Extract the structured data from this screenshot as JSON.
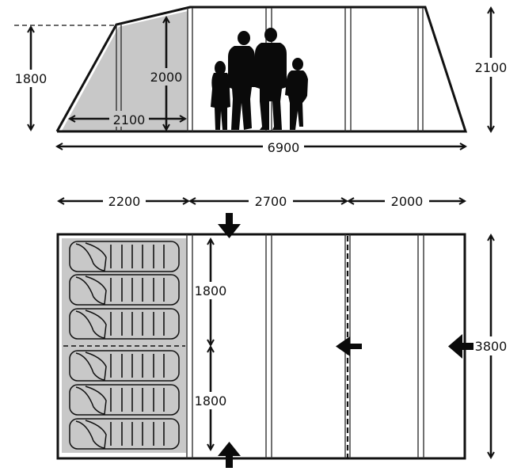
{
  "side_view": {
    "dimensions": {
      "annex_peak_height": "1800",
      "bedroom_height": "2000",
      "bedroom_depth": "2100",
      "main_height": "2100",
      "total_length": "6900"
    },
    "silhouettes": [
      "girl",
      "woman",
      "man",
      "boy"
    ]
  },
  "floor_plan": {
    "section_widths": [
      "2200",
      "2700",
      "2000"
    ],
    "bedroom_heights": [
      "1800",
      "1800"
    ],
    "total_depth": "3800",
    "sleeping_bags": 6,
    "doors": [
      "top-entrance",
      "bottom-entrance",
      "middle-divider-door",
      "front-door"
    ]
  },
  "colors": {
    "line": "#111111",
    "bedroom_fill": "#c8c8c8",
    "background": "#ffffff"
  }
}
